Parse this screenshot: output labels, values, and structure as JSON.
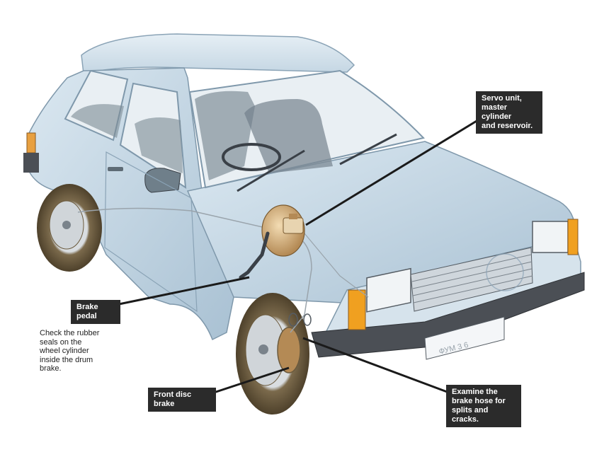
{
  "colors": {
    "body_paint": "#c9dbe8",
    "body_shadow": "#9fb8cb",
    "glass": "#e8eef2",
    "interior": "#6f7f8a",
    "tyre": "#6b5a3d",
    "chrome": "#d8dde2",
    "indicator": "#f0a020",
    "callout_bg": "#2b2b2b",
    "leader_line": "#1a1a1a"
  },
  "labels": {
    "servo": "Servo unit,\nmaster cylinder\nand reservoir.",
    "brake_pedal": "Brake pedal",
    "front_disc": "Front disc brake",
    "brake_hose": "Examine the\nbrake hose for\nsplits and cracks.",
    "drum_note": "Check the rubber\nseals on the\nwheel cylinder\ninside the drum\nbrake."
  },
  "plate_text": "ФУМ 3 6"
}
